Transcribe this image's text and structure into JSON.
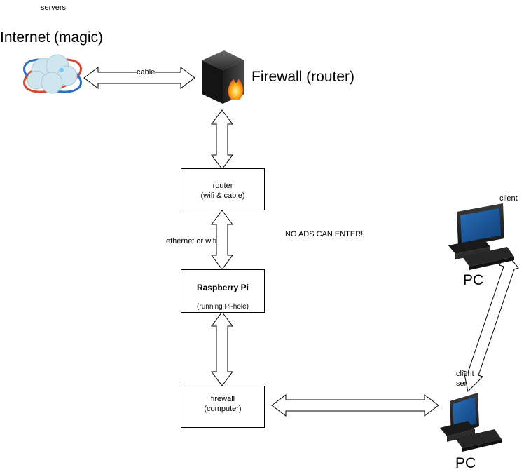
{
  "labels": {
    "servers": "servers",
    "internet": "Internet (magic)",
    "firewall_router": "Firewall (router)",
    "cable": "cable",
    "ethernet_or_wifi": "ethernet or wifi",
    "no_ads": "NO ADS CAN ENTER!",
    "client_top": "client",
    "client_bottom": "client",
    "server_bottom": "ser",
    "pc_top": "PC",
    "pc_bottom": "PC"
  },
  "boxes": {
    "router": {
      "line1": "router",
      "line2": "(wifi & cable)"
    },
    "raspberry": {
      "title": "Raspberry Pi",
      "subtitle": "(running Pi-hole)"
    },
    "firewall_pc": {
      "line1": "firewall",
      "line2": "(computer)"
    }
  },
  "icons": {
    "internet": "cloud-globe-icon",
    "firewall": "firewall-appliance-icon",
    "pc": "desktop-computer-icon"
  },
  "colors": {
    "stroke": "#000000",
    "flame": "#f7931e",
    "cloud": "#cfe6ee",
    "orbit_red": "#d9442f",
    "orbit_blue": "#2e6fbf"
  }
}
